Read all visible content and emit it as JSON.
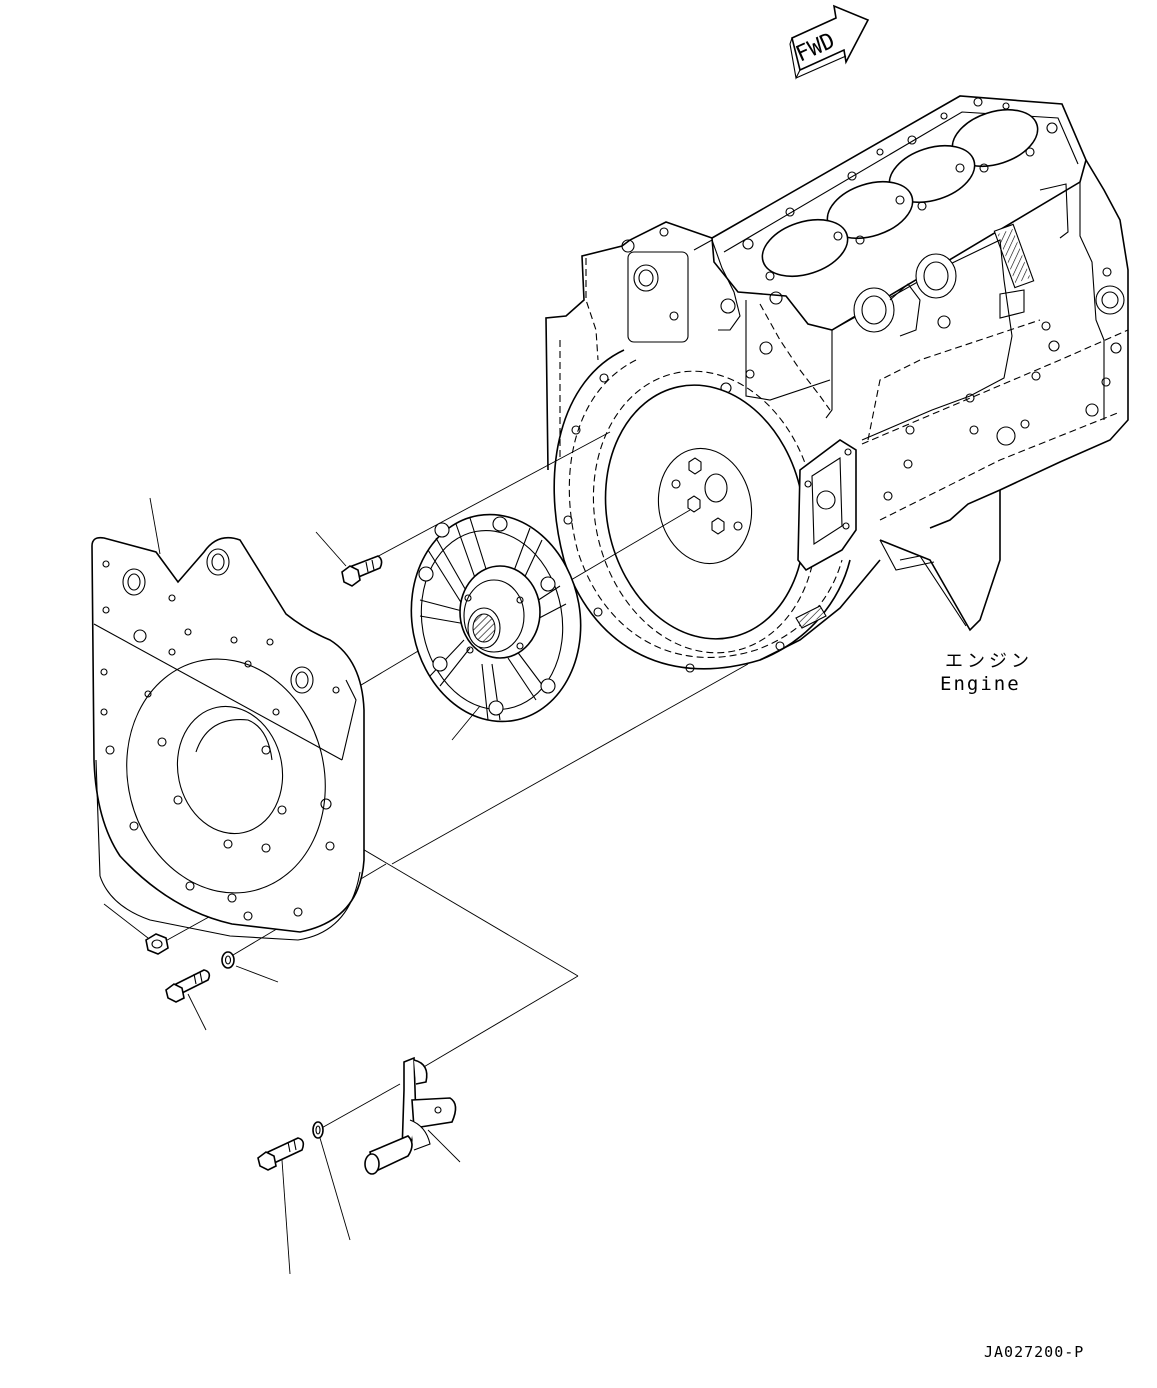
{
  "fwd_label": "FWD",
  "engine_label_jp": "エンジン",
  "engine_label_en": "Engine",
  "drawing_code": "JA027200-P"
}
